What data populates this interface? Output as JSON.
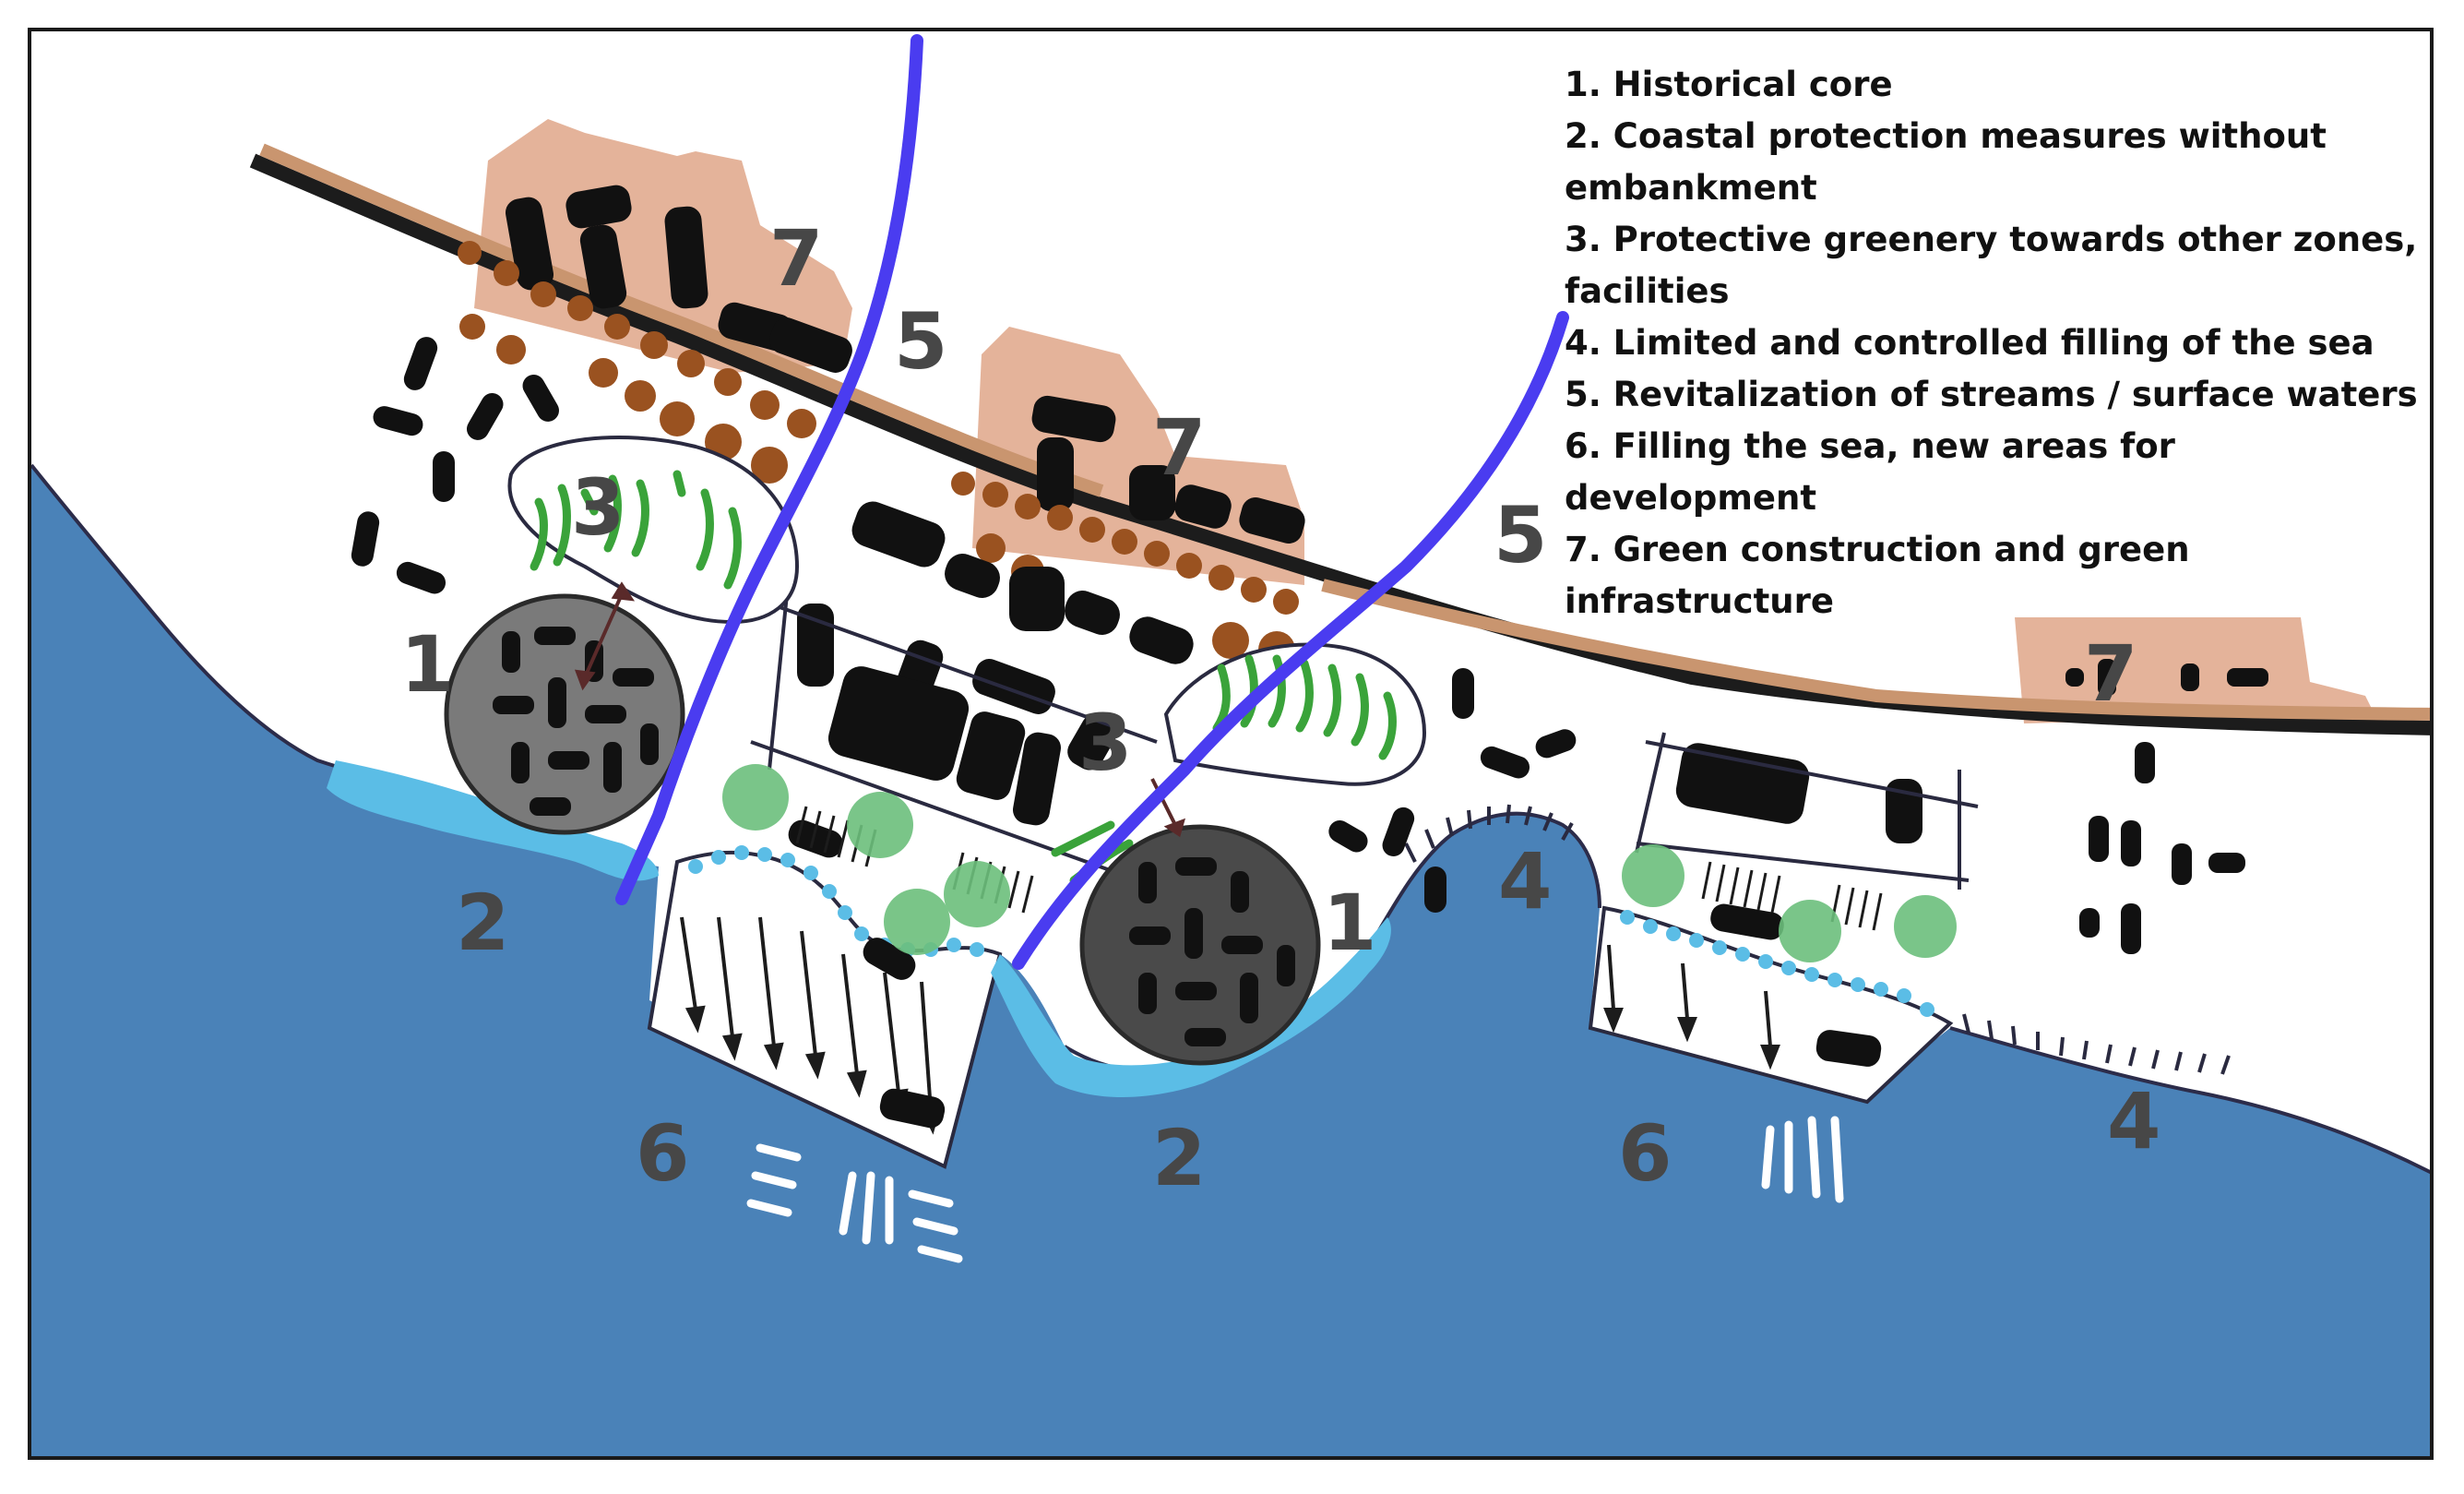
{
  "legend": [
    {
      "label": "1. Historical core"
    },
    {
      "label": "2. Coastal protection measures without embankment"
    },
    {
      "label": "3. Protective greenery towards other zones, facilities"
    },
    {
      "label": "4. Limited and controlled filling of the sea"
    },
    {
      "label": "5. Revitalization of streams / surface waters"
    },
    {
      "label": "6. Filling the sea, new areas for development"
    },
    {
      "label": "7. Green construction and green infrastructure"
    }
  ],
  "markers": {
    "m1a": "1",
    "m1b": "1",
    "m2a": "2",
    "m2b": "2",
    "m3a": "3",
    "m3b": "3",
    "m4a": "4",
    "m4b": "4",
    "m5a": "5",
    "m5b": "5",
    "m6a": "6",
    "m6b": "6",
    "m7a": "7",
    "m7b": "7",
    "m7c": "7"
  },
  "colors": {
    "sea": "#4a82b8",
    "coastal_protection": "#5bbde6",
    "stream": "#4a3cf0",
    "green_zone": "#e4b39a",
    "greenery": "#3aa33a",
    "tree": "#6cbf7c",
    "historical_core": "#7a7a7a",
    "tree_row": "#9a5220",
    "road": "#1c1c1c"
  }
}
